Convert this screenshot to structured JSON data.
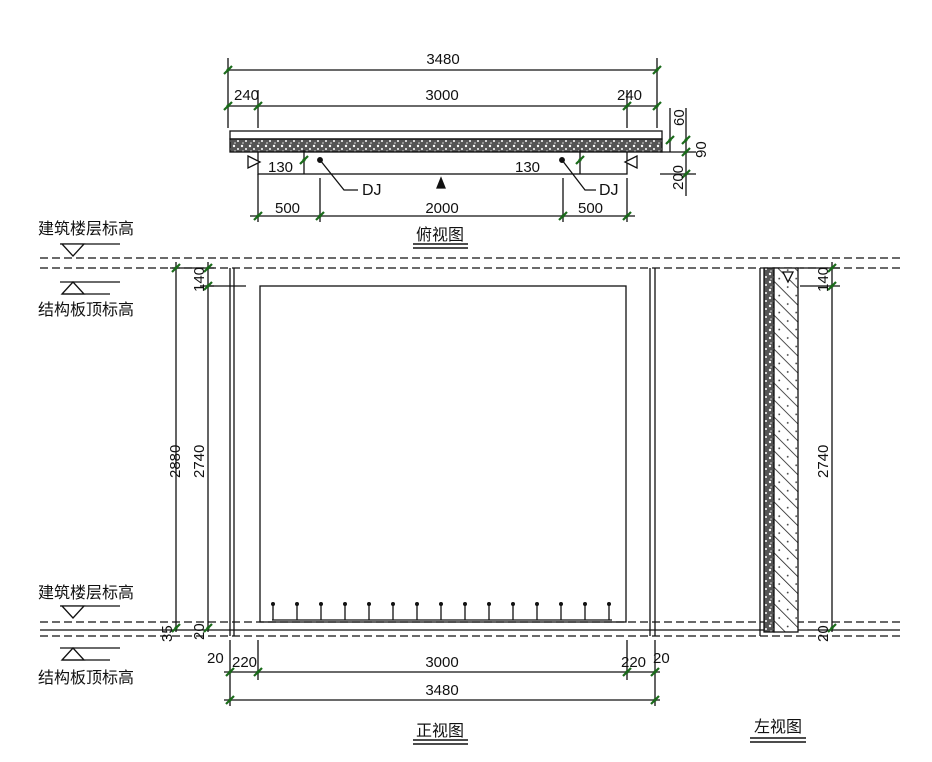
{
  "top_view": {
    "title": "俯视图",
    "dims": {
      "overall": "3480",
      "left_end": "240",
      "middle": "3000",
      "right_end": "240",
      "d60": "60",
      "d90": "90",
      "d200": "200",
      "left_130": "130",
      "right_130": "130",
      "left_500": "500",
      "center_2000": "2000",
      "right_500": "500"
    },
    "dj_left": "DJ",
    "dj_right": "DJ"
  },
  "front_view": {
    "title": "正视图",
    "dims": {
      "height_2880": "2880",
      "height_2740": "2740",
      "top_140": "140",
      "bottom_35": "35",
      "bottom_20": "20",
      "left_20": "20",
      "left_220": "220",
      "bottom_3000": "3000",
      "right_220": "220",
      "right_20": "20",
      "bottom_3480": "3480"
    }
  },
  "side_view": {
    "title": "左视图",
    "dims": {
      "top_140": "140",
      "height_2740": "2740",
      "bottom_20": "20"
    }
  },
  "levels": {
    "upper_building": "建筑楼层标高",
    "upper_structure": "结构板顶标高",
    "lower_building": "建筑楼层标高",
    "lower_structure": "结构板顶标高"
  }
}
